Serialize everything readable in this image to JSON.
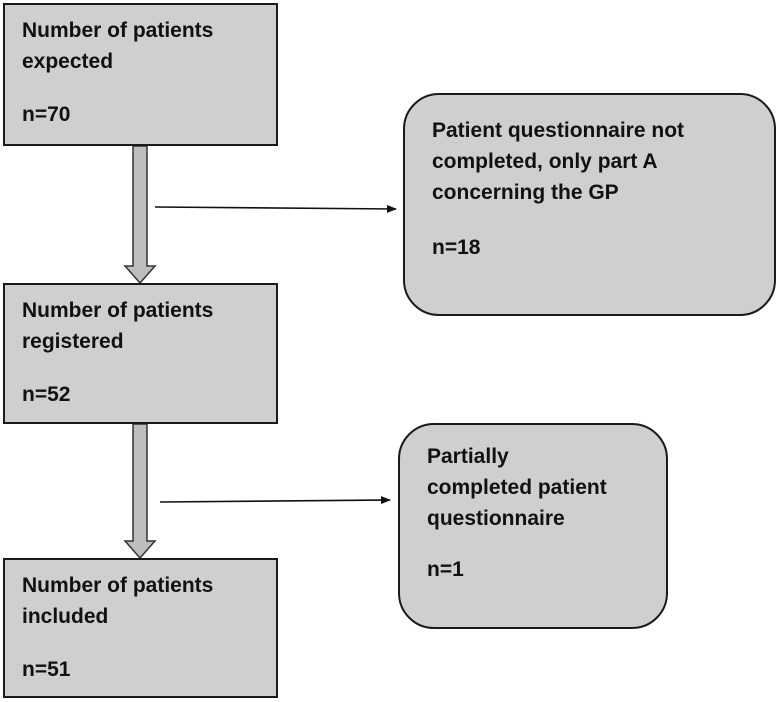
{
  "boxes": {
    "expected": {
      "line1": "Number of patients",
      "line2": "expected",
      "count": "n=70"
    },
    "registered": {
      "line1": "Number of patients",
      "line2": "registered",
      "count": "n=52"
    },
    "included": {
      "line1": "Number of patients",
      "line2": "included",
      "count": "n=51"
    },
    "excluded_gp": {
      "line1": "Patient questionnaire not",
      "line2": "completed, only part A",
      "line3": "concerning the GP",
      "count": "n=18"
    },
    "partial": {
      "line1": "Partially",
      "line2": "completed patient",
      "line3": "questionnaire",
      "count": "n=1"
    }
  },
  "colors": {
    "box_fill": "#d0cfcf",
    "border": "#1a1a1a",
    "arrow_fill": "#bdbdbd"
  }
}
